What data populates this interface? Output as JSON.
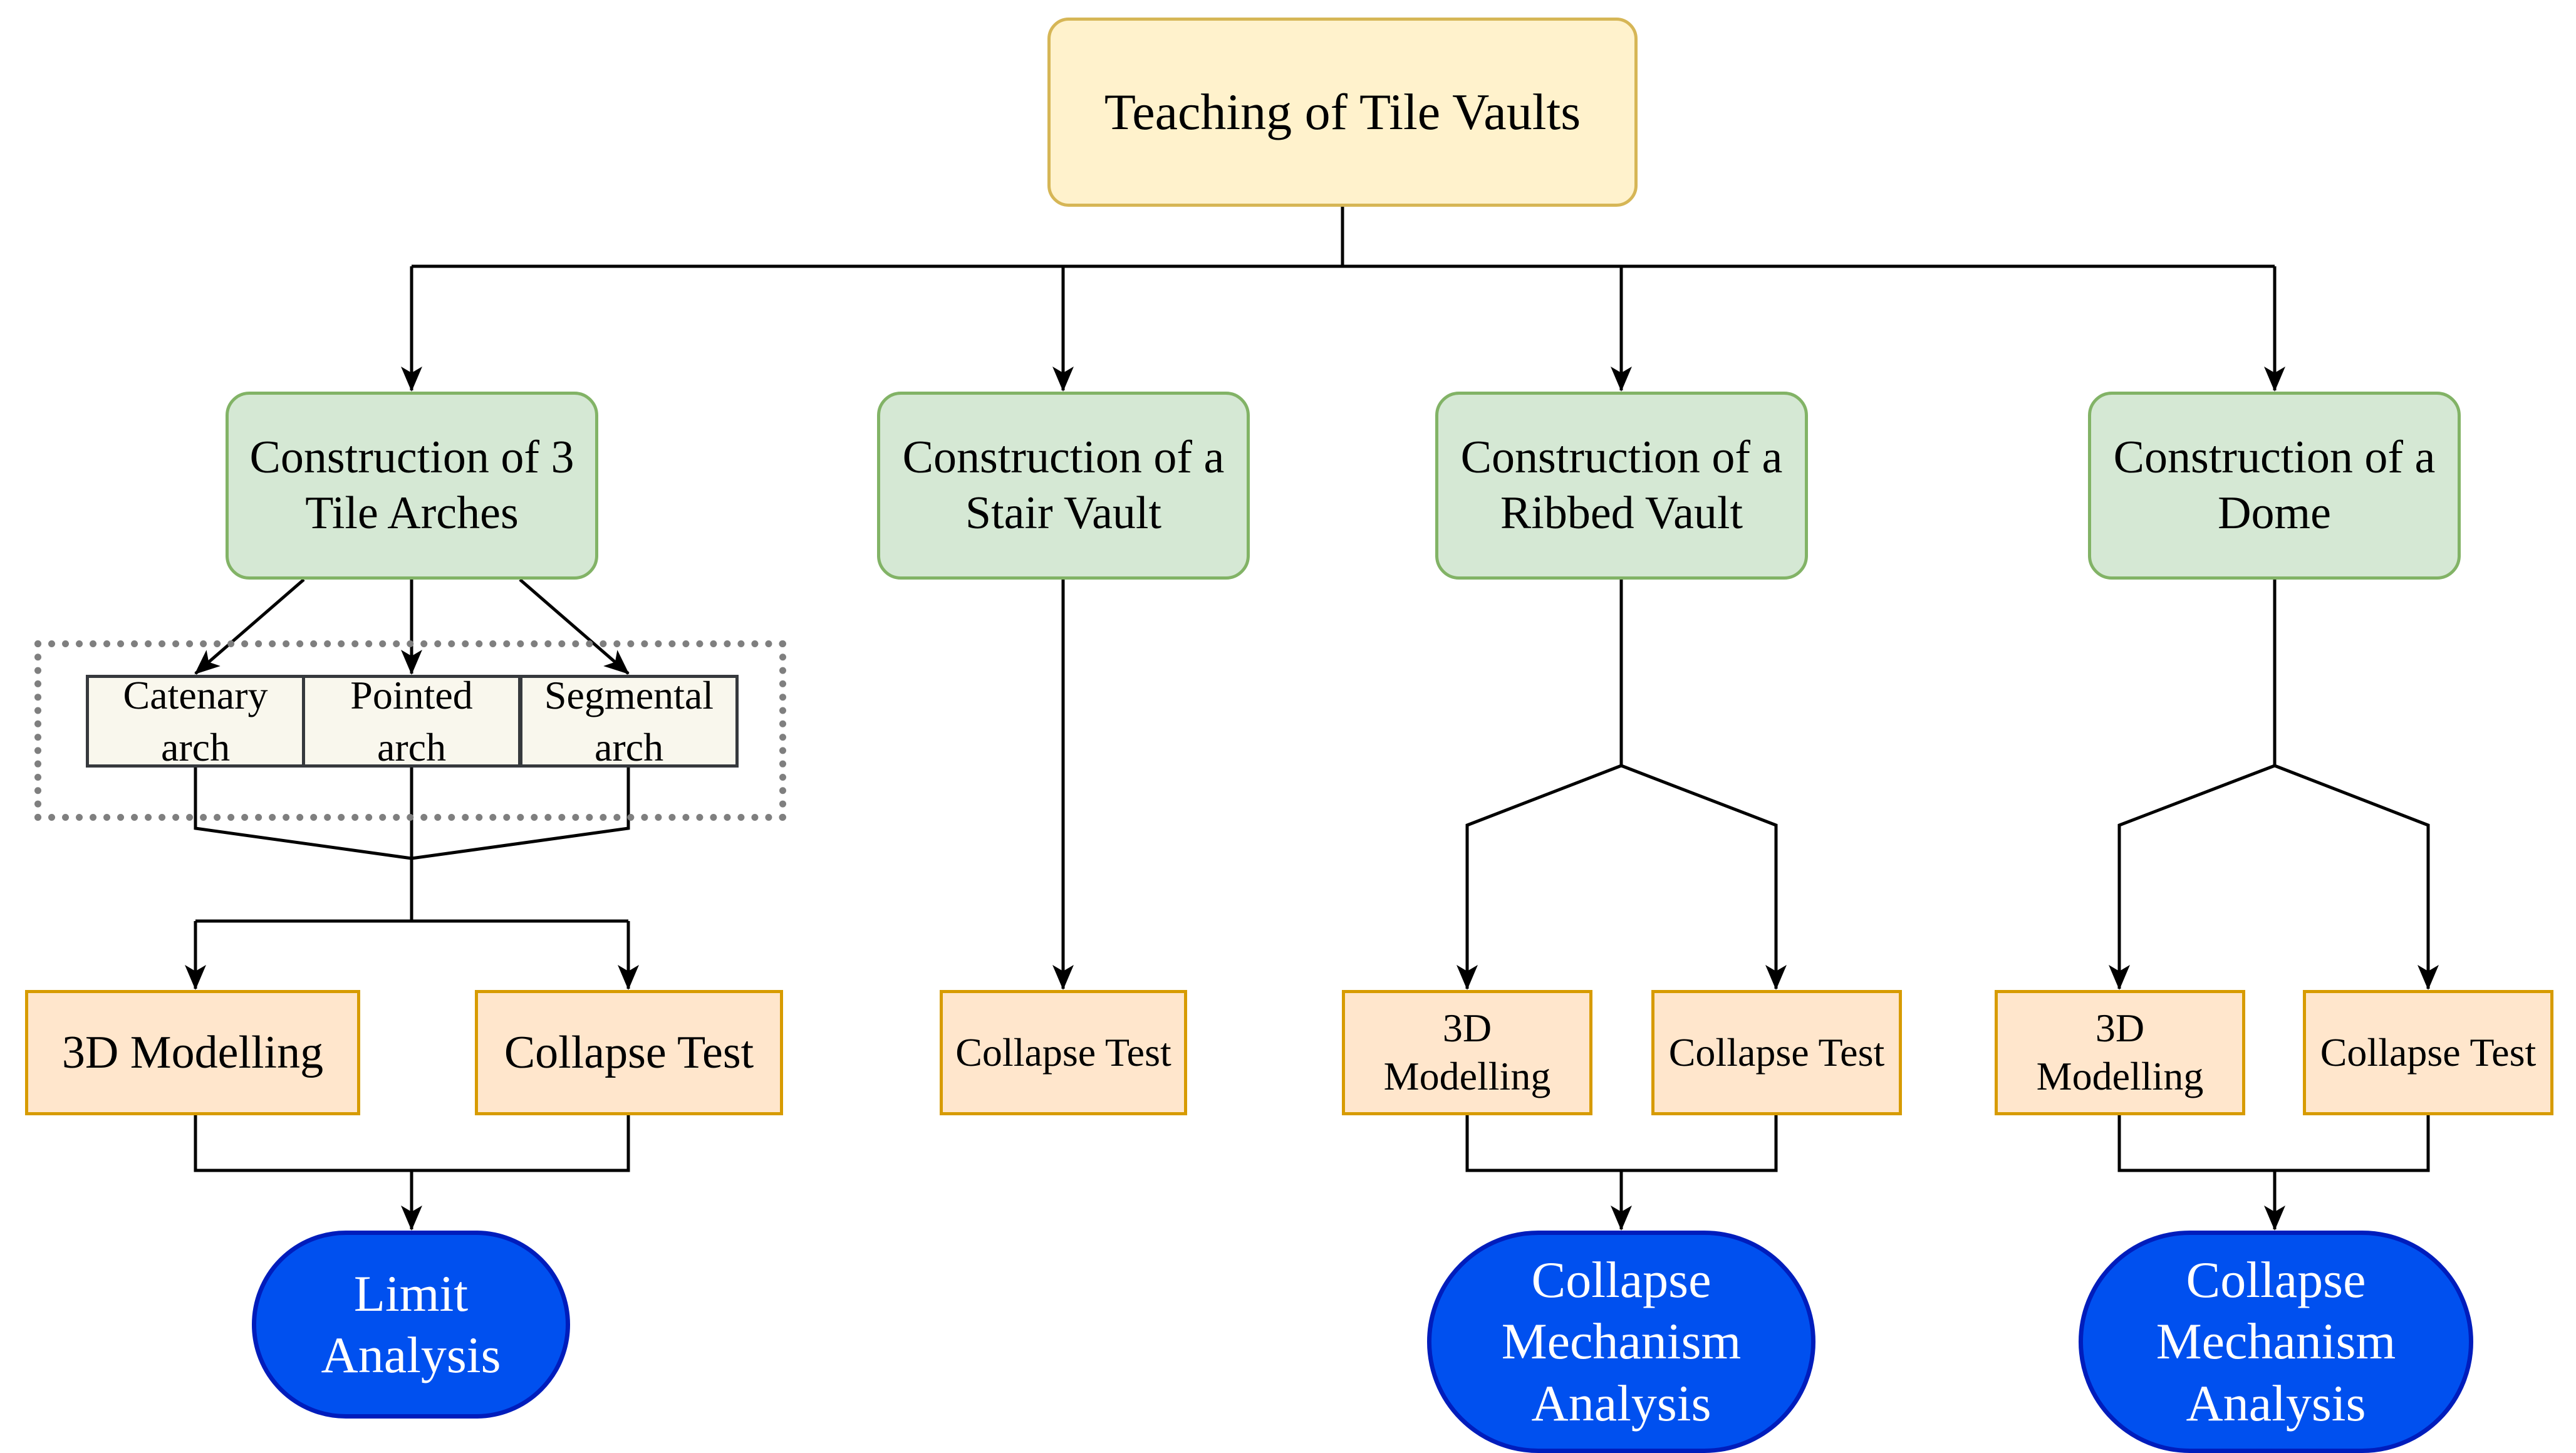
{
  "root": {
    "label": "Teaching of Tile Vaults"
  },
  "branches": {
    "arches": {
      "title": "Construction of 3 Tile Arches",
      "arch_types": [
        "Catenary arch",
        "Pointed arch",
        "Segmental arch"
      ],
      "outputs": [
        "3D Modelling",
        "Collapse Test"
      ],
      "analysis": "Limit Analysis"
    },
    "stair": {
      "title": "Construction of a Stair Vault",
      "outputs": [
        "Collapse Test"
      ]
    },
    "ribbed": {
      "title": "Construction of a Ribbed Vault",
      "outputs": [
        "3D Modelling",
        "Collapse Test"
      ],
      "analysis": "Collapse Mechanism Analysis"
    },
    "dome": {
      "title": "Construction of a Dome",
      "outputs": [
        "3D Modelling",
        "Collapse Test"
      ],
      "analysis": "Collapse Mechanism Analysis"
    }
  },
  "colors": {
    "root_fill": "#fff2cc",
    "root_stroke": "#d6b656",
    "construction_fill": "#d5e8d4",
    "construction_stroke": "#82b366",
    "output_fill": "#ffe6cc",
    "output_stroke": "#d79b00",
    "analysis_fill": "#0050ef",
    "analysis_stroke": "#001dbc",
    "arch_fill": "#f9f7ed",
    "arch_stroke": "#36393d"
  }
}
